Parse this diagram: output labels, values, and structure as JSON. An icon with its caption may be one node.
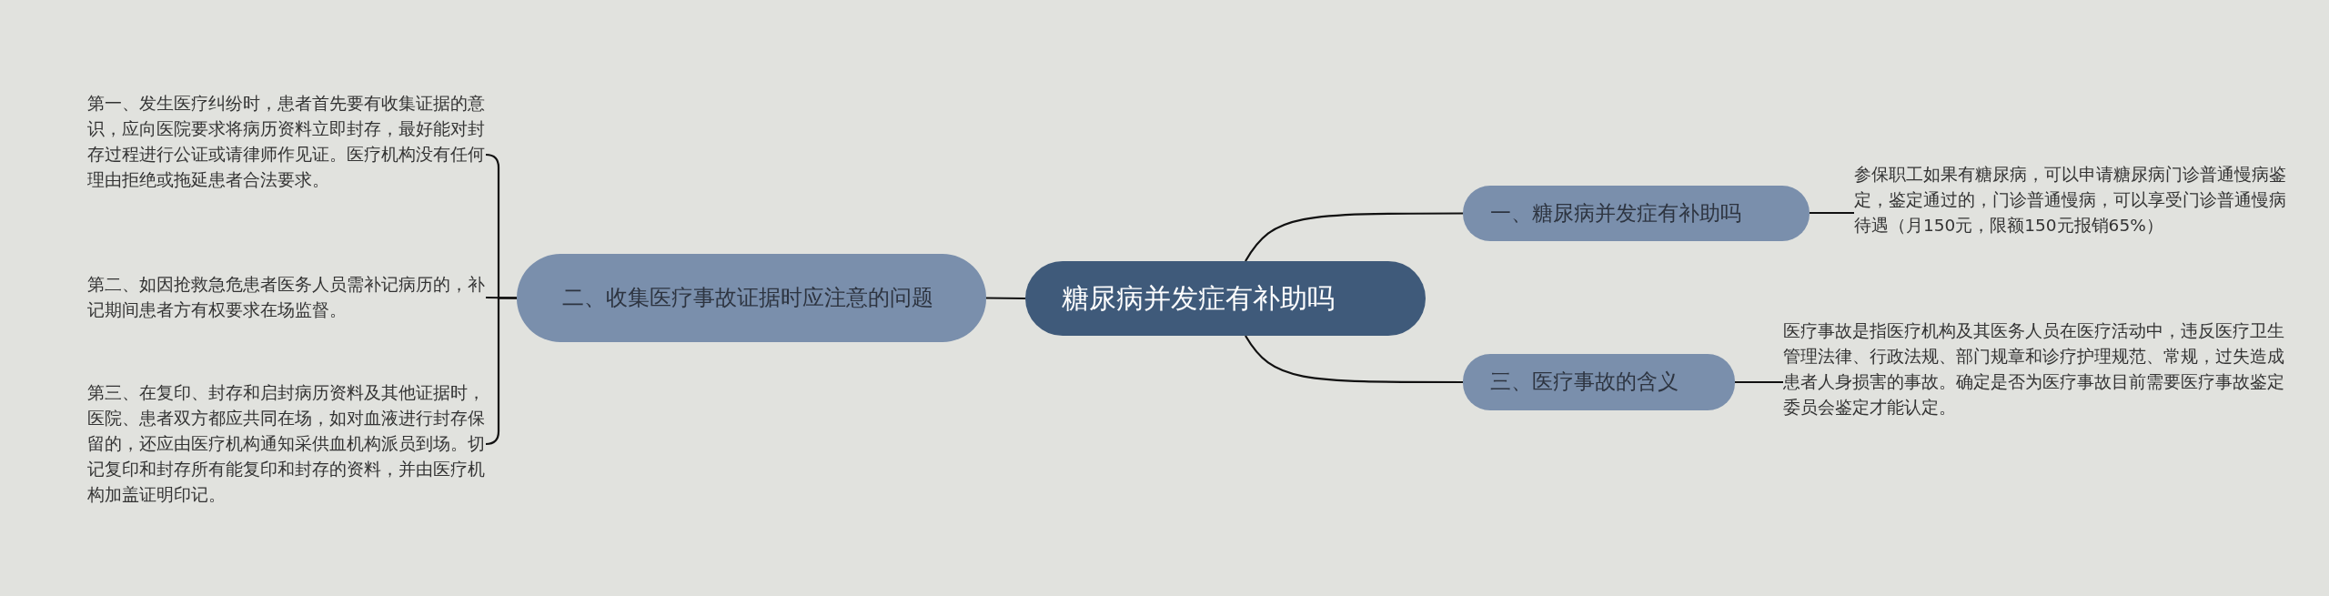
{
  "diagram": {
    "nodes": [
      {
        "text": [
          "糖尿病并发症有补助吗"
        ]
      },
      {
        "text": [
          "一、糖尿病并发症有补助吗"
        ]
      },
      {
        "text": [
          "参保职工如果有糖尿病，可以申请糖尿病门诊普通慢病鉴定，鉴定通过的，门诊普通慢病，可以享受门诊普通慢病待遇（月150元，限额150元报销65%）"
        ]
      },
      {
        "text": [
          "二、收集医疗事故证据时应注意的问题"
        ]
      },
      {
        "text": [
          "第一、发生医疗纠纷时，患者首先要有收集证据的意识，应向医院要求将病历资料立即封存，最好能对封存过程进行公证或请律师作见证。医疗机构没有任何理由拒绝或拖延患者合法要求。"
        ]
      },
      {
        "text": [
          "第二、如因抢救急危患者医务人员需补记病历的，补记期间患者方有权要求在场监督。"
        ]
      },
      {
        "text": [
          "第三、在复印、封存和启封病历资料及其他证据时，医院、患者双方都应共同在场，如对血液进行封存保留的，还应由医疗机构通知采供血机构派员到场。切记复印和封存所有能复印和封存的资料，并由医疗机构加盖证明印记。"
        ]
      },
      {
        "text": [
          "三、医疗事故的含义"
        ]
      },
      {
        "text": [
          "医疗事故是指医疗机构及其医务人员在医疗活动中，违反医疗卫生管理法律、行政法规、部门规章和诊疗护理规范、常规，过失造成患者人身损害的事故。确定是否为医疗事故目前需要医疗事故鉴定委员会鉴定才能认定。"
        ]
      }
    ],
    "edges": [
      {
        "from": 0,
        "to": 1,
        "arrow": "none"
      },
      {
        "from": 1,
        "to": 2,
        "arrow": "none"
      },
      {
        "from": 0,
        "to": 3,
        "arrow": "none"
      },
      {
        "from": 3,
        "to": 4,
        "arrow": "none"
      },
      {
        "from": 3,
        "to": 5,
        "arrow": "none"
      },
      {
        "from": 3,
        "to": 6,
        "arrow": "none"
      },
      {
        "from": 0,
        "to": 7,
        "arrow": "none"
      },
      {
        "from": 7,
        "to": 8,
        "arrow": "none"
      }
    ]
  }
}
